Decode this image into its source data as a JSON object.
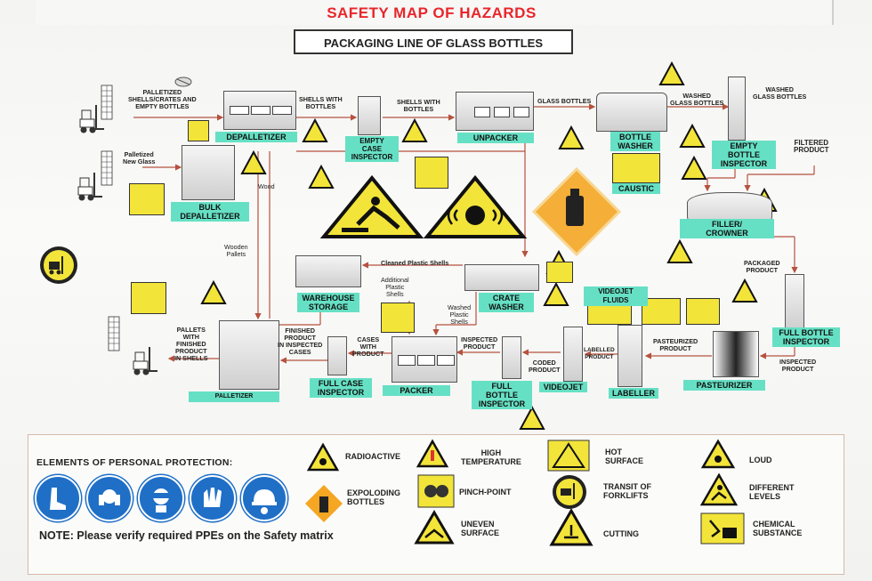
{
  "title": "SAFETY MAP OF HAZARDS",
  "subtitle": "PACKAGING LINE OF GLASS BOTTLES",
  "colors": {
    "title_red": "#e8262b",
    "tag_teal": "#66e0c4",
    "sign_yellow": "#f3e43a",
    "arrow": "#b5523f",
    "ppe_blue": "#1f6fc7",
    "caution_orange": "#f5a623"
  },
  "flow": {
    "palletized_shells": "PALLETIZED\nSHELLS/CRATES AND\nEMPTY BOTTLES",
    "palletized_glass": "Palletized\nNew Glass",
    "shells_with_bottles_1": "SHELLS WITH\nBOTTLES",
    "shells_with_bottles_2": "SHELLS WITH\nBOTTLES",
    "glass_bottles": "GLASS BOTTLES",
    "washed_glass_bottles_1": "WASHED\nGLASS BOTTLES",
    "washed_glass_bottles_2": "WASHED\nGLASS BOTTLES",
    "filtered_product": "FILTERED\nPRODUCT",
    "wood": "Wood",
    "wooden_pallets": "Wooden\nPallets",
    "cleaned_plastic_shells": "Cleaned Plastic Shells",
    "additional_plastic_shells": "Additional\nPlastic\nShells",
    "washed_plastic_shells": "Washed\nPlastic\nShells",
    "packaged_product": "PACKAGED\nPRODUCT",
    "pallets_finished": "PALLETS\nWITH\nFINISHED\nPRODUCT\nIN SHELLS",
    "finished_product_inspected": "FINISHED\nPRODUCT\nIN INSPECTED\nCASES",
    "cases_with_product": "CASES\nWITH\nPRODUCT",
    "inspected_product_1": "INSPECTED\nPRODUCT",
    "coded_product": "CODED\nPRODUCT",
    "labelled_product": "LABELLED\nPRODUCT",
    "pasteurized_product": "PASTEURIZED\nPRODUCT",
    "inspected_product_2": "INSPECTED\nPRODUCT"
  },
  "stations": {
    "depalletizer": "DEPALLETIZER",
    "empty_case_inspector": "EMPTY\nCASE\nINSPECTOR",
    "unpacker": "UNPACKER",
    "bottle_washer": "BOTTLE\nWASHER",
    "caustic": "CAUSTIC",
    "empty_bottle_inspector": "EMPTY\nBOTTLE\nINSPECTOR",
    "bulk_depalletizer": "BULK\nDEPALLETIZER",
    "filler_crowner": "FILLER/\nCROWNER",
    "warehouse_storage": "WAREHOUSE\nSTORAGE",
    "crate_washer": "CRATE\nWASHER",
    "videojet_fluids": "VIDEOJET FLUIDS",
    "full_bottle_inspector_right": "FULL BOTTLE\nINSPECTOR",
    "palletizer": "PALLETIZER",
    "full_case_inspector": "FULL CASE\nINSPECTOR",
    "packer": "PACKER",
    "full_bottle_inspector_mid": "FULL\nBOTTLE\nINSPECTOR",
    "videojet": "VIDEOJET",
    "labeller": "LABELLER",
    "pasteurizer": "PASTEURIZER"
  },
  "legend": {
    "ppe_title": "ELEMENTS OF PERSONAL PROTECTION:",
    "note": "NOTE: Please verify required PPEs on the Safety matrix",
    "ppe_icons": [
      "safety-boots-icon",
      "ear-protection-icon",
      "safety-goggles-icon",
      "protective-gloves-icon",
      "hard-hat-icon"
    ],
    "items": [
      {
        "label": "RADIOACTIVE",
        "icon": "radioactive-icon"
      },
      {
        "label": "EXPOLODING\nBOTTLES",
        "icon": "exploding-bottles-icon"
      },
      {
        "label": "HIGH\nTEMPERATURE",
        "icon": "high-temperature-icon"
      },
      {
        "label": "PINCH-POINT",
        "icon": "pinch-point-icon"
      },
      {
        "label": "UNEVEN\nSURFACE",
        "icon": "uneven-surface-icon"
      },
      {
        "label": "HOT\nSURFACE",
        "icon": "hot-surface-icon"
      },
      {
        "label": "TRANSIT OF\nFORKLIFTS",
        "icon": "forklift-icon"
      },
      {
        "label": "CUTTING",
        "icon": "cutting-icon"
      },
      {
        "label": "LOUD",
        "icon": "loud-icon"
      },
      {
        "label": "DIFFERENT\nLEVELS",
        "icon": "different-levels-icon"
      },
      {
        "label": "CHEMICAL\nSUBSTANCE",
        "icon": "chemical-icon"
      }
    ]
  }
}
